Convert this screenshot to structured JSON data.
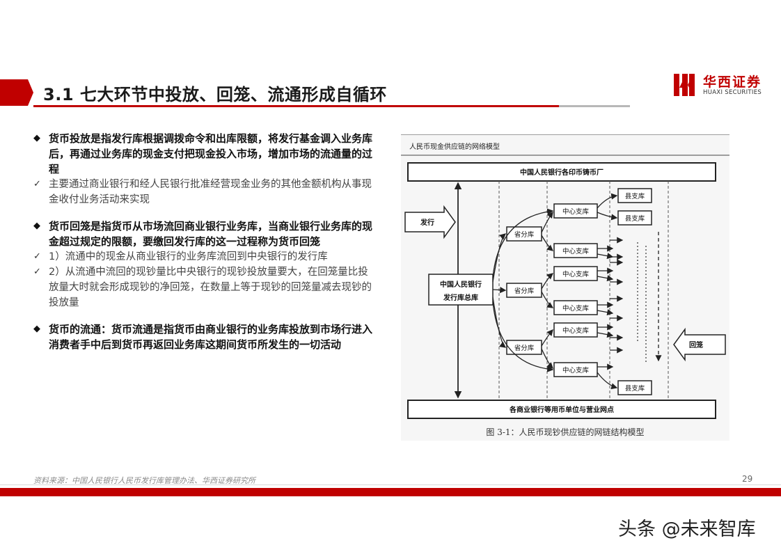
{
  "header": {
    "title": "3.1 七大环节中投放、回笼、流通形成自循环",
    "logo_cn": "华西证券",
    "logo_en": "HUAXI SECURITIES"
  },
  "bullets": [
    {
      "main": "货币投放是指发行库根据调拨命令和出库限额，将发行基金调入业务库后，再通过业务库的现金支付把现金投入市场，增加市场的流通量的过程",
      "subs": [
        "主要通过商业银行和经人民银行批准经营现金业务的其他金额机构从事现金收付业务活动来实现"
      ]
    },
    {
      "main": "货币回笼是指货币从市场流回商业银行业务库，当商业银行业务库的现金超过规定的限额，要缴回发行库的这一过程称为货币回笼",
      "subs": [
        "1）流通中的现金从商业银行的业务库流回到中央银行的发行库",
        "2）从流通中流回的现钞量比中央银行的现钞投放量要大，在回笼量比投放量大时就会形成现钞的净回笼，在数量上等于现钞的回笼量减去现钞的投放量"
      ]
    },
    {
      "main": "货币的流通：货币流通是指货币由商业银行的业务库投放到市场行进入消费者手中后到货币再返回业务库这期间货币所发生的一切活动",
      "subs": []
    }
  ],
  "diagram": {
    "caption_top": "人民币现金供应链的网络模型",
    "top_box": "中国人民银行各印币铸币厂",
    "bottom_box": "各商业银行等用币单位与营业网点",
    "central_box_line1": "中国人民银行",
    "central_box_line2": "发行库总库",
    "issue_label": "发行",
    "return_label": "回笼",
    "province_label": "省分库",
    "center_label": "中心支库",
    "county_label": "县支库",
    "figure_caption": "图 3-1：人民币现钞供应链的网链结构模型"
  },
  "footer": {
    "source": "资料来源：中国人民银行人民币发行库管理办法、华西证券研究所",
    "page": "29"
  },
  "watermark": "头条 @未来智库",
  "colors": {
    "brand_red": "#c00000"
  }
}
